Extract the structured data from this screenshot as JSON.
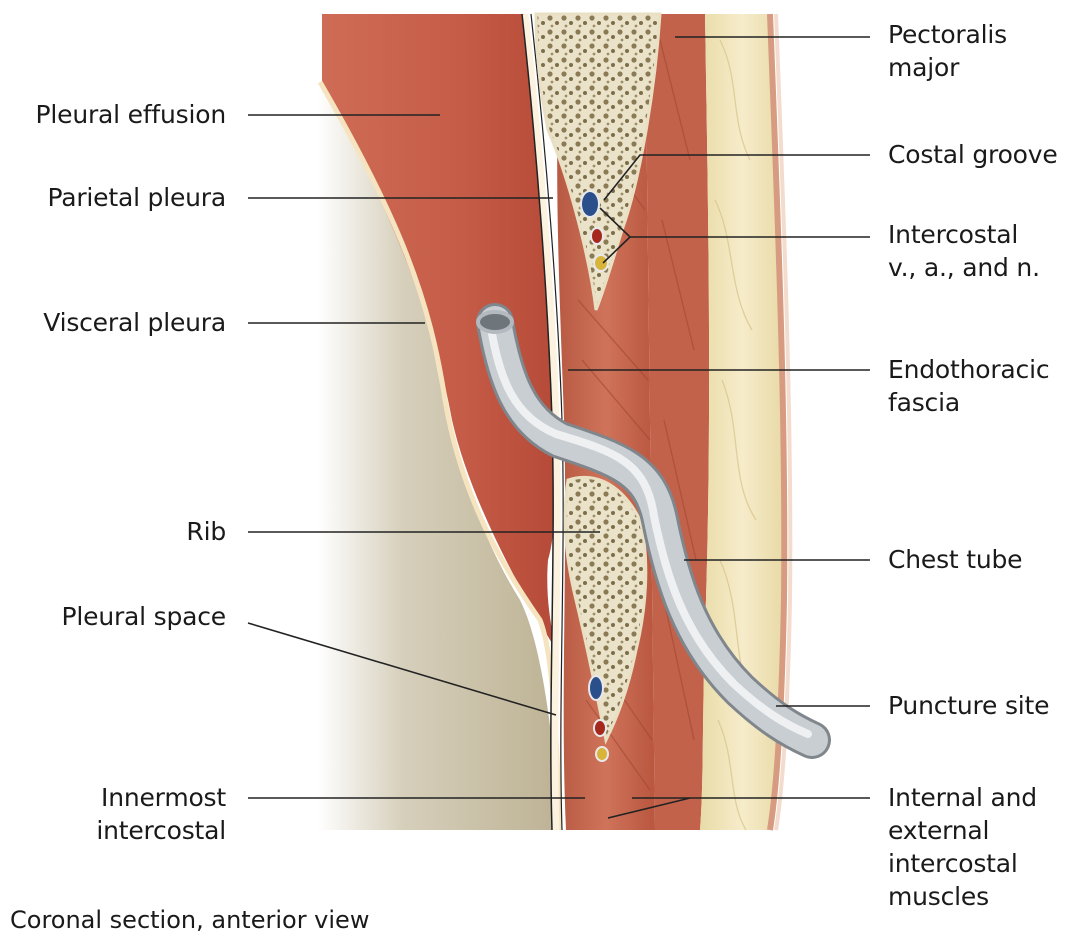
{
  "labels_left": [
    {
      "id": "pleural-effusion",
      "lines": [
        "Pleural effusion"
      ]
    },
    {
      "id": "parietal-pleura",
      "lines": [
        "Parietal pleura"
      ]
    },
    {
      "id": "visceral-pleura",
      "lines": [
        "Visceral pleura"
      ]
    },
    {
      "id": "rib",
      "lines": [
        "Rib"
      ]
    },
    {
      "id": "pleural-space",
      "lines": [
        "Pleural space"
      ]
    },
    {
      "id": "innermost-intercostal",
      "lines": [
        "Innermost",
        "intercostal"
      ]
    }
  ],
  "labels_right": [
    {
      "id": "pectoralis-major",
      "lines": [
        "Pectoralis",
        "major"
      ]
    },
    {
      "id": "costal-groove",
      "lines": [
        "Costal groove"
      ]
    },
    {
      "id": "intercostal-van",
      "lines": [
        "Intercostal",
        "v., a.,  and n."
      ]
    },
    {
      "id": "endothoracic-fascia",
      "lines": [
        "Endothoracic",
        "fascia"
      ]
    },
    {
      "id": "chest-tube",
      "lines": [
        "Chest tube"
      ]
    },
    {
      "id": "puncture-site",
      "lines": [
        "Puncture site"
      ]
    },
    {
      "id": "internal-external-intercostal",
      "lines": [
        "Internal and",
        "external",
        "intercostal",
        "muscles"
      ]
    }
  ],
  "caption": "Coronal section, anterior view",
  "colors": {
    "effusion": "#c8604a",
    "lung": "#c7bfa8",
    "pleura_line": "#f2dfb8",
    "muscle": "#c96a52",
    "fat": "#efe2b6",
    "bone": "#ece6cf",
    "tube": "#c9ced3",
    "vein": "#2b4f8a",
    "artery": "#a5281d",
    "nerve": "#d9b43a",
    "leader": "#222222"
  }
}
